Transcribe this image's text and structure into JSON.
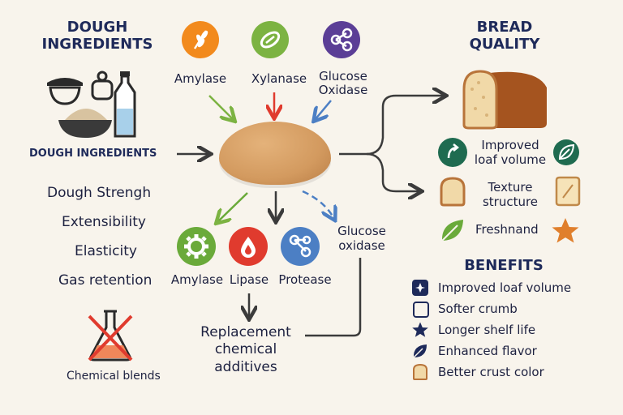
{
  "left": {
    "title": "DOUGH INGREDIENTS",
    "caption": "DOUGH INGREDIENTS",
    "properties": [
      "Dough Strengh",
      "Extensibility",
      "Elasticity",
      "Gas retention"
    ],
    "chemical_label": "Chemical blends"
  },
  "top_enzymes": [
    {
      "label": "Amylase",
      "color": "#f28a1d",
      "icon": "wheat-icon"
    },
    {
      "label": "Xylanase",
      "color": "#7cb342",
      "icon": "grain-icon"
    },
    {
      "label": "Glucose\nOxidase",
      "color": "#5b3e96",
      "icon": "molecule-icon"
    }
  ],
  "bottom_enzymes": [
    {
      "label": "Amylase",
      "color": "#6aaa3a",
      "icon": "gear-icon"
    },
    {
      "label": "Lipase",
      "color": "#e03b2e",
      "icon": "drop-icon"
    },
    {
      "label": "Protease",
      "color": "#4c7fc4",
      "icon": "molecule-icon"
    }
  ],
  "glucose_oxidase_side": "Glucose\noxidase",
  "replacement": "Replacement\nchemical\nadditives",
  "quality": {
    "title": "BREAD\nQUALITY",
    "items": [
      "Improved\nloaf volume",
      "Texture\nstructure",
      "Freshnand"
    ]
  },
  "benefits": {
    "title": "BENEFITS",
    "items": [
      "Improved loaf volume",
      "Softer crumb",
      "Longer shelf life",
      "Enhanced flavor",
      "Better crust color"
    ]
  }
}
